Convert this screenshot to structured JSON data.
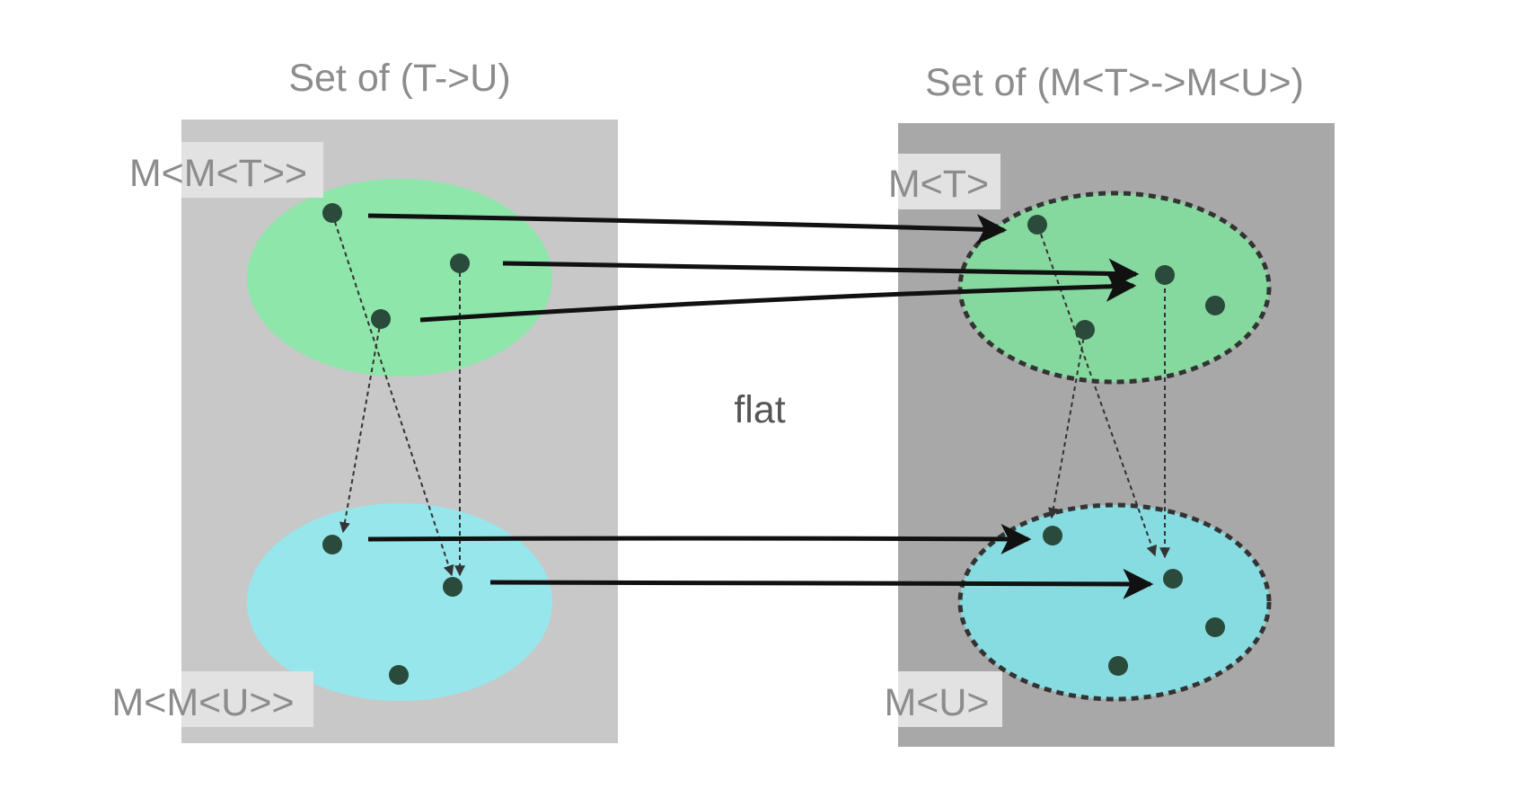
{
  "left_panel": {
    "title": "Set of (T->U)",
    "upper_set_label": "M<M<T>>",
    "lower_set_label": "M<M<U>>"
  },
  "right_panel": {
    "title": "Set of (M<T>->M<U>)",
    "upper_set_label": "M<T>",
    "lower_set_label": "M<U>"
  },
  "center_label": "flat",
  "colors": {
    "left_panel_bg": "#c8c8c8",
    "right_panel_bg": "#a8a8a8",
    "green_set": "#8ee6aa",
    "cyan_set": "#96e6ec",
    "dot": "#2a4a3c",
    "arrow": "#111111",
    "label_box": "#e2e2e2"
  }
}
